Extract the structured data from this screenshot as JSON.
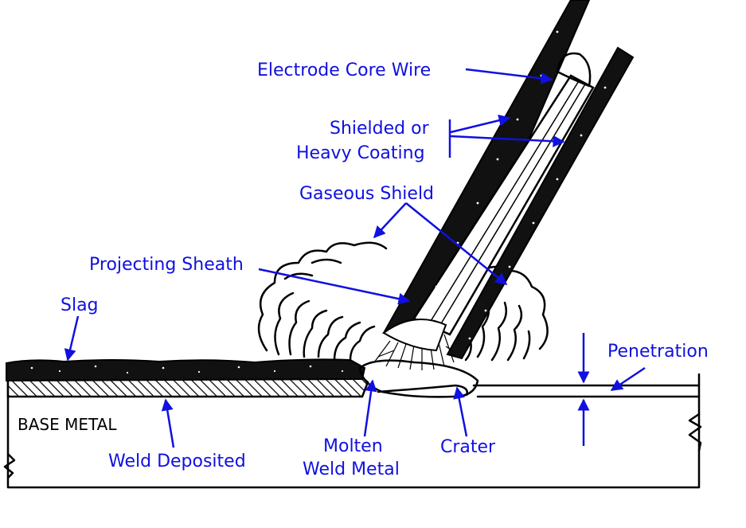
{
  "labels": {
    "electrode_core_wire": "Electrode Core Wire",
    "shielded_line1": "Shielded or",
    "shielded_line2": "Heavy Coating",
    "gaseous_shield": "Gaseous Shield",
    "projecting_sheath": "Projecting Sheath",
    "slag": "Slag",
    "penetration": "Penetration",
    "base_metal": "BASE METAL",
    "weld_deposited": "Weld Deposited",
    "molten_line1": "Molten",
    "molten_line2": "Weld Metal",
    "crater": "Crater"
  },
  "colors": {
    "label": "#1010e0",
    "ink": "#000000",
    "background": "#ffffff"
  }
}
